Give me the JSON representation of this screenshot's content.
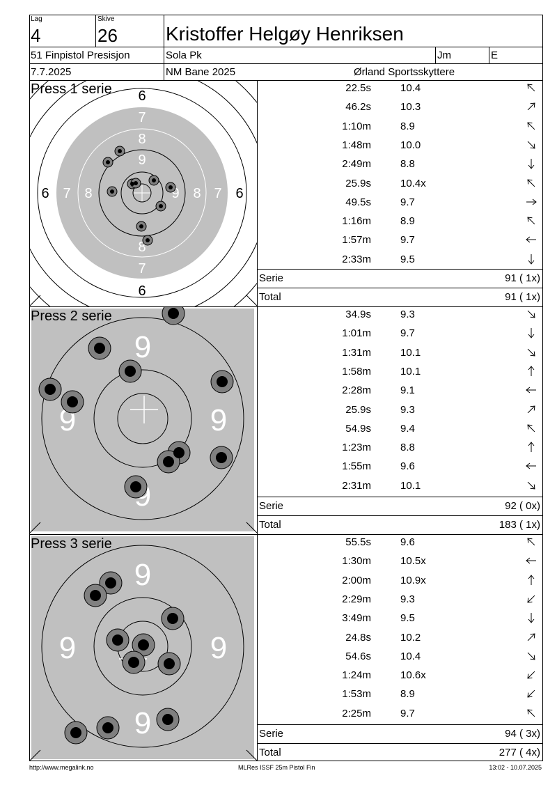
{
  "header": {
    "lag_label": "Lag",
    "lag_value": "4",
    "skive_label": "Skive",
    "skive_value": "26",
    "shooter_name": "Kristoffer Helgøy Henriksen",
    "event": "51 Finpistol Presisjon",
    "club": "Sola Pk",
    "class": "Jm",
    "group": "E",
    "date": "7.7.2025",
    "competition": "NM Bane 2025",
    "organizer": "Ørland Sportsskyttere"
  },
  "series": [
    {
      "title": "Press 1 serie",
      "shots": [
        {
          "time": "22.5s",
          "score": "10.4",
          "dir": "nw"
        },
        {
          "time": "46.2s",
          "score": "10.3",
          "dir": "ne"
        },
        {
          "time": "1:10m",
          "score": "8.9",
          "dir": "nw"
        },
        {
          "time": "1:48m",
          "score": "10.0",
          "dir": "se"
        },
        {
          "time": "2:49m",
          "score": "8.8",
          "dir": "s"
        },
        {
          "time": "25.9s",
          "score": "10.4x",
          "dir": "nw"
        },
        {
          "time": "49.5s",
          "score": "9.7",
          "dir": "e"
        },
        {
          "time": "1:16m",
          "score": "8.9",
          "dir": "nw"
        },
        {
          "time": "1:57m",
          "score": "9.7",
          "dir": "w"
        },
        {
          "time": "2:33m",
          "score": "9.5",
          "dir": "s"
        }
      ],
      "serie_label": "Serie",
      "serie_value": "91 ( 1x)",
      "total_label": "Total",
      "total_value": "91 ( 1x)"
    },
    {
      "title": "Press 2 serie",
      "shots": [
        {
          "time": "34.9s",
          "score": "9.3",
          "dir": "se"
        },
        {
          "time": "1:01m",
          "score": "9.7",
          "dir": "s"
        },
        {
          "time": "1:31m",
          "score": "10.1",
          "dir": "se"
        },
        {
          "time": "1:58m",
          "score": "10.1",
          "dir": "n"
        },
        {
          "time": "2:28m",
          "score": "9.1",
          "dir": "w"
        },
        {
          "time": "25.9s",
          "score": "9.3",
          "dir": "ne"
        },
        {
          "time": "54.9s",
          "score": "9.4",
          "dir": "nw"
        },
        {
          "time": "1:23m",
          "score": "8.8",
          "dir": "n"
        },
        {
          "time": "1:55m",
          "score": "9.6",
          "dir": "w"
        },
        {
          "time": "2:31m",
          "score": "10.1",
          "dir": "se"
        }
      ],
      "serie_label": "Serie",
      "serie_value": "92 ( 0x)",
      "total_label": "Total",
      "total_value": "183 ( 1x)"
    },
    {
      "title": "Press 3 serie",
      "shots": [
        {
          "time": "55.5s",
          "score": "9.6",
          "dir": "nw"
        },
        {
          "time": "1:30m",
          "score": "10.5x",
          "dir": "w"
        },
        {
          "time": "2:00m",
          "score": "10.9x",
          "dir": "n"
        },
        {
          "time": "2:29m",
          "score": "9.3",
          "dir": "sw"
        },
        {
          "time": "3:49m",
          "score": "9.5",
          "dir": "s"
        },
        {
          "time": "24.8s",
          "score": "10.2",
          "dir": "ne"
        },
        {
          "time": "54.6s",
          "score": "10.4",
          "dir": "se"
        },
        {
          "time": "1:24m",
          "score": "10.6x",
          "dir": "sw"
        },
        {
          "time": "1:53m",
          "score": "8.9",
          "dir": "sw"
        },
        {
          "time": "2:25m",
          "score": "9.7",
          "dir": "nw"
        }
      ],
      "serie_label": "Serie",
      "serie_value": "94 ( 3x)",
      "total_label": "Total",
      "total_value": "277 ( 4x)"
    }
  ],
  "target1": {
    "ring_labels": [
      "6",
      "7",
      "8",
      "9",
      "9",
      "8",
      "7",
      "6"
    ],
    "left_labels": [
      "6",
      "7",
      "8"
    ],
    "right_labels": [
      "9",
      "8",
      "7",
      "6"
    ],
    "top_labels": [
      "6",
      "7",
      "8",
      "9"
    ],
    "bottom_labels": [
      "8",
      "7",
      "6"
    ]
  },
  "target_zoom": {
    "ring_label": "9"
  },
  "footer": {
    "left": "http://www.megalink.no",
    "center": "MLRes ISSF 25m Pistol Fin",
    "right": "13:02 - 10.07.2025"
  },
  "colors": {
    "target_gray": "#c0c0c0",
    "shot_ring": "#808080"
  }
}
